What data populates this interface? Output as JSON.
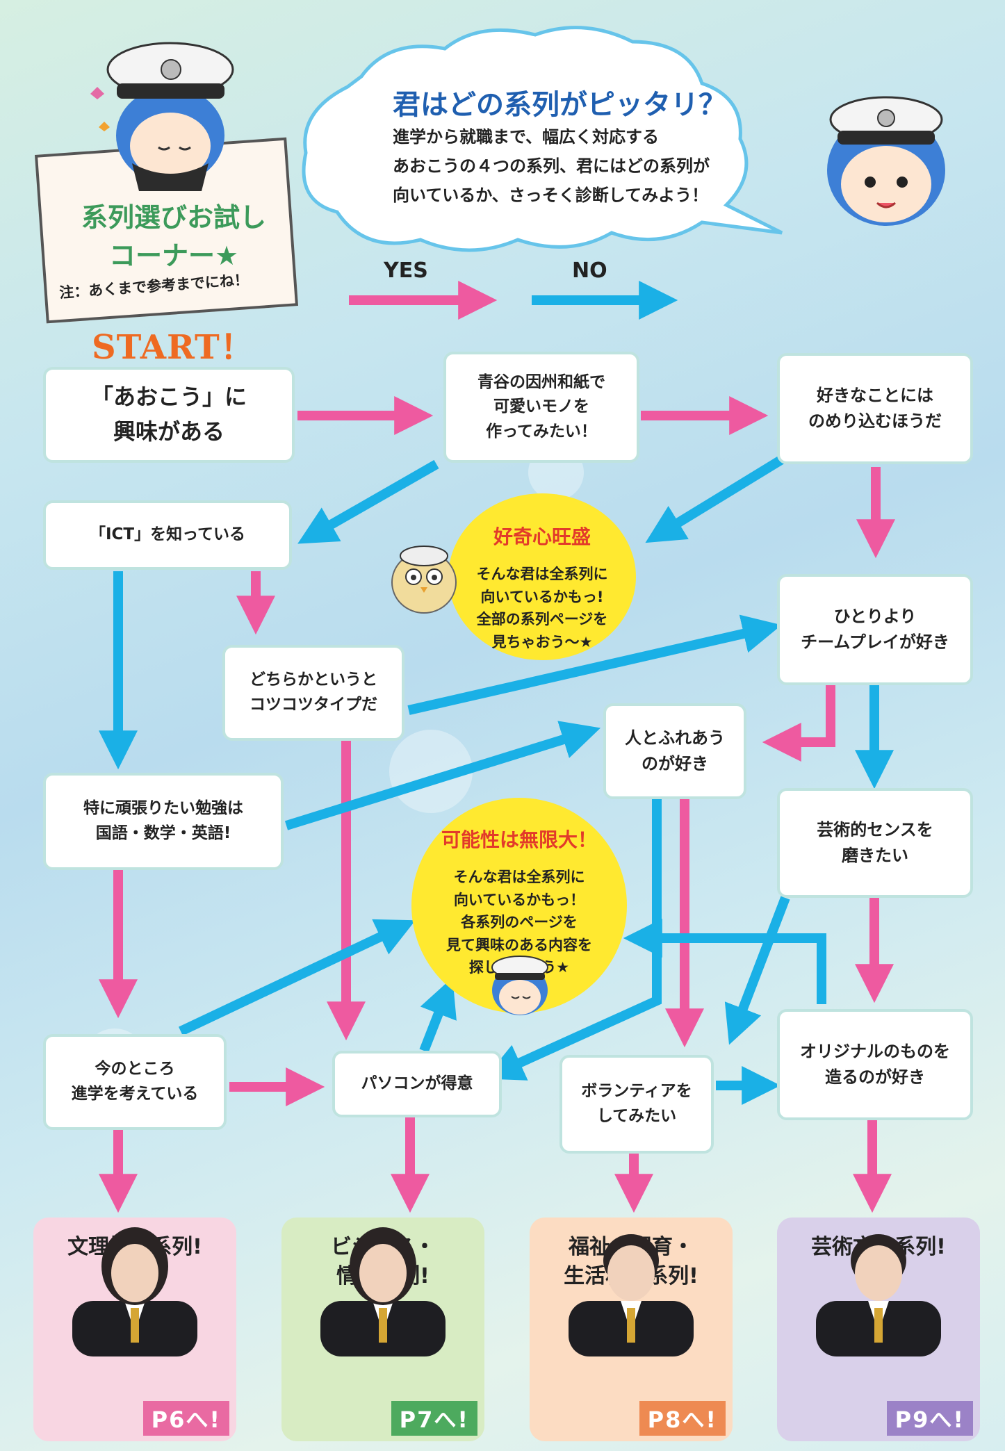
{
  "corner": {
    "title": "系列選びお試し\nコーナー★",
    "note": "注：あくまで参考までにね！"
  },
  "intro": {
    "title": "君はどの系列がピッタリ？",
    "text": "進学から就職まで、幅広く対応する\nあおこうの４つの系列、君にはどの系列が\n向いているか、さっそく診断してみよう！"
  },
  "legend": {
    "yes": "YES",
    "no": "NO",
    "yes_color": "#ee5aa0",
    "no_color": "#1ab0e6"
  },
  "start": "START！",
  "nodes": {
    "aokou": "「あおこう」に\n興味がある",
    "washi": "青谷の因州和紙で\n可愛いモノを\n作ってみたい！",
    "nomeri": "好きなことには\nのめり込むほうだ",
    "ict": "「ICT」を知っている",
    "kotsukotsu": "どちらかというと\nコツコツタイプだ",
    "team": "ひとりより\nチームプレイが好き",
    "fureau": "人とふれあう\nのが好き",
    "benkyou": "特に頑張りたい勉強は\n国語・数学・英語!",
    "geijutsu": "芸術的センスを\n磨きたい",
    "shingaku": "今のところ\n進学を考えている",
    "pasokon": "パソコンが得意",
    "volunteer": "ボランティアを\nしてみたい",
    "original": "オリジナルのものを\n造るのが好き"
  },
  "circles": {
    "kouki": {
      "head": "好奇心旺盛",
      "body": "そんな君は全系列に\n向いているかもっ!\n全部の系列ページを\n見ちゃおう～★"
    },
    "mugen": {
      "head": "可能性は無限大！",
      "body": "そんな君は全系列に\n向いているかもっ！\n各系列のページを\n見て興味のある内容を\n探してみよう★"
    }
  },
  "results": [
    {
      "label": "文理探究系列!",
      "page": "P6へ!",
      "bg": "#f8d6e2",
      "page_color": "#e96aa2"
    },
    {
      "label": "ビジネス・\n情報系列!",
      "page": "P7へ!",
      "bg": "#d8ecc3",
      "page_color": "#4daa5e"
    },
    {
      "label": "福祉・保育・\n生活科学系列!",
      "page": "P8へ!",
      "bg": "#fcdcc2",
      "page_color": "#ee8a52"
    },
    {
      "label": "芸術文化系列!",
      "page": "P9へ!",
      "bg": "#d9d0ea",
      "page_color": "#9b82c7"
    }
  ]
}
